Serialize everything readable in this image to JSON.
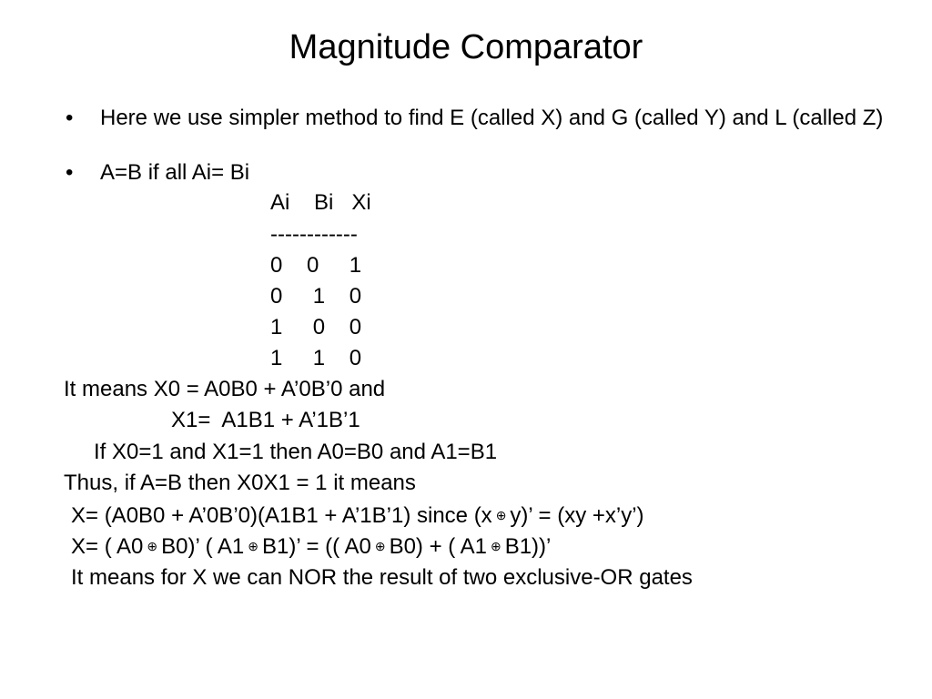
{
  "slide": {
    "title": "Magnitude Comparator",
    "bullets": [
      "Here we use simpler method to find E (called X) and G (called Y) and L (called Z)",
      "A=B if  all Ai= Bi"
    ],
    "bullet_symbol": "•",
    "truth_table": {
      "header": "Ai    Bi   Xi",
      "separator": "------------",
      "rows": [
        "0    0     1",
        "0     1    0",
        "1     0    0",
        "1     1    0"
      ]
    },
    "lines": {
      "means_x0": "It means X0 = A0B0 + A’0B’0 and",
      "x1": "X1=  A1B1 + A’1B’1",
      "if_x0_x1": "If X0=1 and X1=1 then A0=B0 and A1=B1",
      "thus": "Thus, if A=B then X0X1 = 1 it means",
      "x_eq_1_a": "X= (A0B0 + A’0B’0)(A1B1 + A’1B’1) since (x",
      "x_eq_1_b": "y)’ = (xy +x’y’)",
      "x_eq_2_a": "X= ( A0",
      "x_eq_2_b": "B0)’ ( A1",
      "x_eq_2_c": "B1)’ = (( A0",
      "x_eq_2_d": "B0) + ( A1",
      "x_eq_2_e": "B1))’",
      "nor_result": "It means for X we can NOR the result of two exclusive-OR gates"
    },
    "xor_symbol": "⊕"
  }
}
